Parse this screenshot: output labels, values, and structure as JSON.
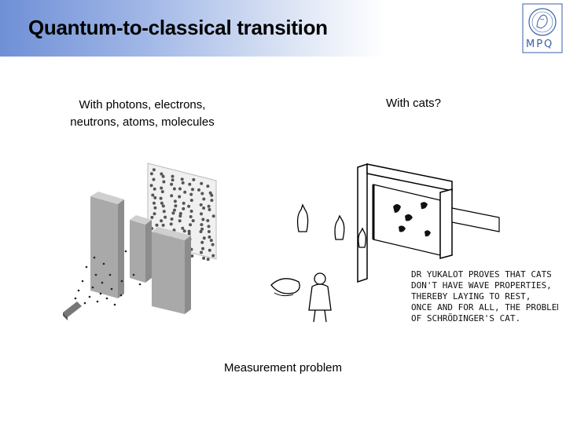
{
  "slide": {
    "title": "Quantum-to-classical transition",
    "logo_text": "MPQ",
    "left_label_line1": "With photons, electrons,",
    "left_label_line2": "neutrons, atoms, molecules",
    "right_label": "With cats?",
    "caption": "Measurement problem"
  },
  "cartoon": {
    "line1": "DR YUKALOT PROVES THAT CATS",
    "line2": "DON'T HAVE WAVE PROPERTIES,",
    "line3": "THEREBY LAYING TO REST,",
    "line4": "ONCE AND FOR ALL, THE PROBLEM",
    "line5": "OF SCHRÖDINGER'S CAT."
  },
  "colors": {
    "header_start": "#6f8fd6",
    "logo_blue": "#3a5fa8"
  }
}
